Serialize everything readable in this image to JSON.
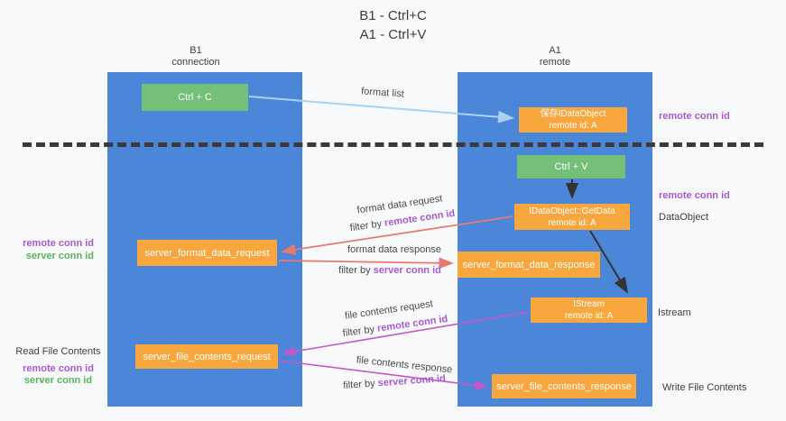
{
  "title": {
    "line1": "B1 - Ctrl+C",
    "line2": "A1 - Ctrl+V"
  },
  "lanes": {
    "left": {
      "name": "B1",
      "role": "connection"
    },
    "right": {
      "name": "A1",
      "role": "remote"
    }
  },
  "boxes": {
    "ctrl_c": {
      "label": "Ctrl + C"
    },
    "ctrl_v": {
      "label": "Ctrl + V"
    },
    "save_idataobject": {
      "line1": "保存IDataObject",
      "line2": "remote id: A"
    },
    "getdata": {
      "line1": "IDataObject::GetData",
      "line2": "remote id: A"
    },
    "istream": {
      "line1": "IStream",
      "line2": "remote id: A"
    },
    "server_format_data_request": {
      "label": "server_format_data_request"
    },
    "server_format_data_response": {
      "label": "server_format_data_response"
    },
    "server_file_contents_request": {
      "label": "server_file_contents_request"
    },
    "server_file_contents_response": {
      "label": "server_file_contents_response"
    }
  },
  "arrows": {
    "format_list": {
      "label": "format list"
    },
    "format_data_request": {
      "label": "format data request",
      "filter_prefix": "filter by",
      "filter_key": "remote conn id"
    },
    "format_data_response": {
      "label": "format data response",
      "filter_prefix": "filter by",
      "filter_key": "server conn id"
    },
    "file_contents_request": {
      "label": "file contents request",
      "filter_prefix": "filter by",
      "filter_key": "remote conn id"
    },
    "file_contents_response": {
      "label": "file contents response",
      "filter_prefix": "filter by",
      "filter_key": "server conn id"
    }
  },
  "annotations": {
    "right_top_remote_conn_id": "remote conn id",
    "right_mid_remote_conn_id": "remote conn id",
    "right_dataobject": "DataObject",
    "right_istream": "Istream",
    "right_write_file_contents": "Write File Contents",
    "left_remote_conn_id": "remote conn id",
    "left_server_conn_id": "server conn id",
    "left_read_file_contents": "Read File Contents",
    "left2_remote_conn_id": "remote conn id",
    "left2_server_conn_id": "server conn id"
  },
  "colors": {
    "lane_blue": "#4c86d9",
    "box_orange": "#f7a73e",
    "box_green": "#74c078",
    "arrow_salmon": "#e87970",
    "arrow_magenta": "#c657c6",
    "arrow_lightblue": "#a9d3f5",
    "arrow_black": "#333333",
    "label_purple": "#a859d2",
    "label_green": "#58b558"
  }
}
